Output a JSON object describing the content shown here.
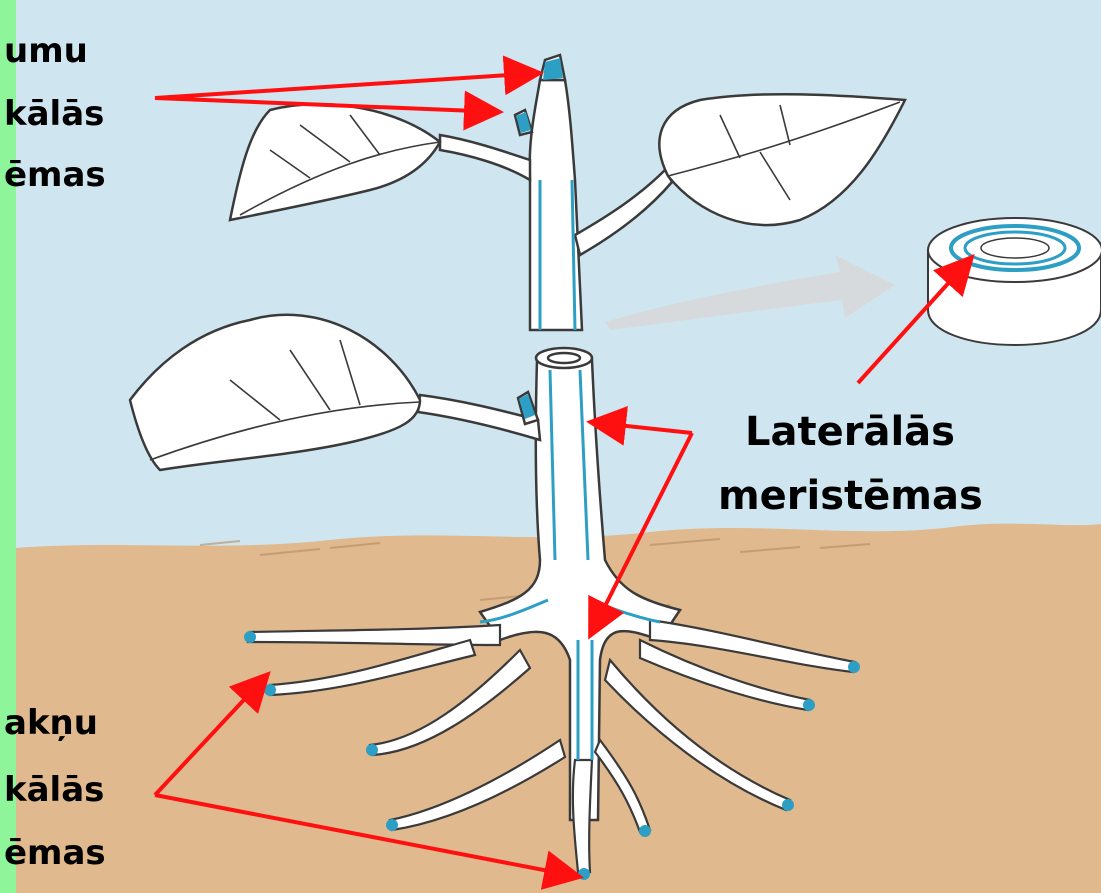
{
  "labels": {
    "shoot_meristems": [
      "umu",
      "kālās",
      "ēmas"
    ],
    "lateral_meristems": [
      "Laterālās",
      "meristēmas"
    ],
    "root_meristems": [
      "akņu",
      "kālās",
      "ēmas"
    ]
  },
  "colors": {
    "sky": "#cfe6f0",
    "soil": "#e0b98e",
    "frame_green": "#8ef59a",
    "meristem_blue": "#2e9fc4",
    "arrow_red": "#ff1010",
    "outline": "#3a3a3a"
  },
  "icons": {
    "transfer_arrow": "gray-block-arrow-icon",
    "stem_section": "stem-cross-section-icon"
  }
}
